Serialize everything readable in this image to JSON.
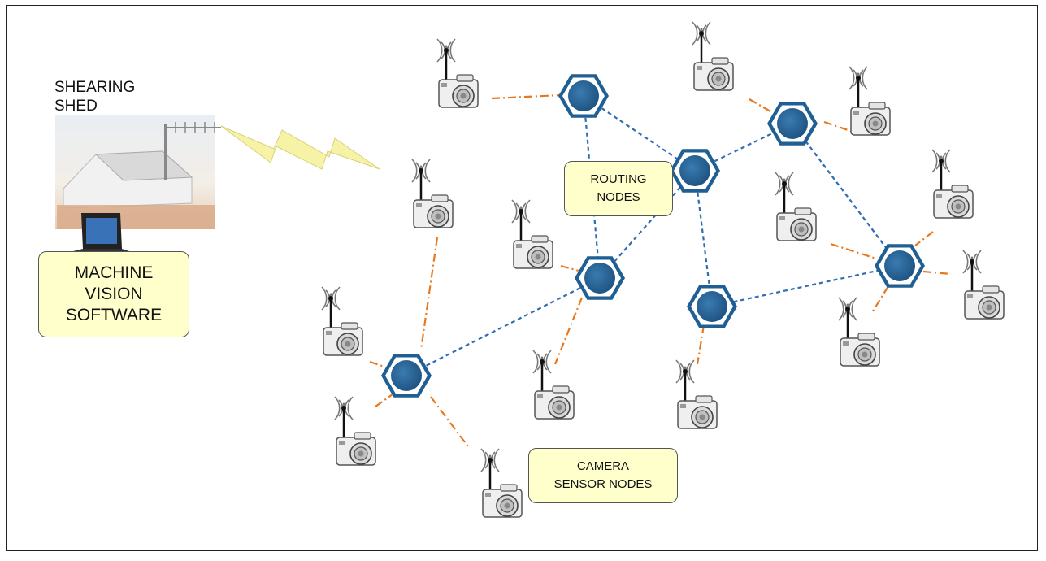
{
  "labels": {
    "shed_title": "SHEARING\nSHED",
    "software_box": "MACHINE\nVISION\nSOFTWARE",
    "routing_box": "ROUTING\nNODES",
    "camera_box": "CAMERA\nSENSOR NODES"
  },
  "colors": {
    "router_link": "#2e6db4",
    "camera_link": "#e8781e",
    "router_fill": "#1f5f93",
    "box_fill": "#ffffcc",
    "lightning": "#f7f3a6"
  },
  "icons": [
    "router-hexagon-icon",
    "camera-icon",
    "wireless-antenna-icon",
    "lightning-bolt-icon",
    "laptop-icon",
    "shed-icon"
  ]
}
